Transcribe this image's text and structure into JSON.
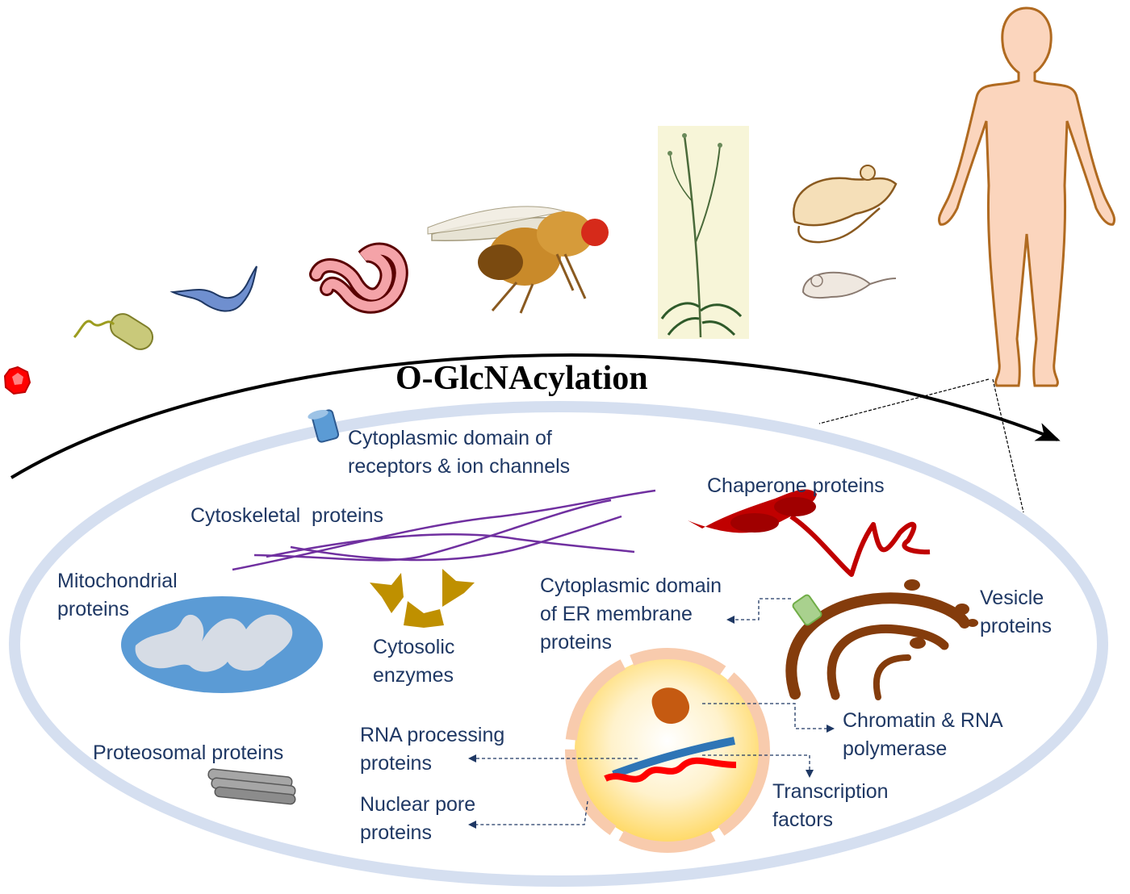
{
  "diagram": {
    "title": "O-GlcNAcylation",
    "labels": {
      "receptors": [
        "Cytoplasmic domain of",
        "receptors & ion channels"
      ],
      "cytoskeletal": [
        "Cytoskeletal  proteins"
      ],
      "chaperone": [
        "Chaperone proteins"
      ],
      "mitochondrial": [
        "Mitochondrial",
        "proteins"
      ],
      "cytosolic": [
        "Cytosolic",
        "enzymes"
      ],
      "er_membrane": [
        "Cytoplasmic domain",
        "of ER membrane",
        "proteins"
      ],
      "vesicle": [
        "Vesicle",
        "proteins"
      ],
      "chromatin": [
        "Chromatin & RNA",
        "polymerase"
      ],
      "rna_processing": [
        "RNA processing",
        "proteins"
      ],
      "proteosomal": [
        "Proteosomal proteins"
      ],
      "transcription": [
        "Transcription",
        "factors"
      ],
      "nuclear_pore": [
        "Nuclear pore",
        "proteins"
      ]
    },
    "colors": {
      "label_text": "#1f3864",
      "cell_membrane": "#d5dff0",
      "mitochondrion": "#5b9bd5",
      "cytoskeleton": "#7030a0",
      "chaperone": "#c00000",
      "cytosolic_enzyme": "#bf9000",
      "er_golgi": "#843c0c",
      "nucleus_fill": "#ffe699",
      "nuclear_envelope": "#f8cbad",
      "dna_blue": "#2e75b6",
      "dna_red": "#ff0000"
    }
  }
}
